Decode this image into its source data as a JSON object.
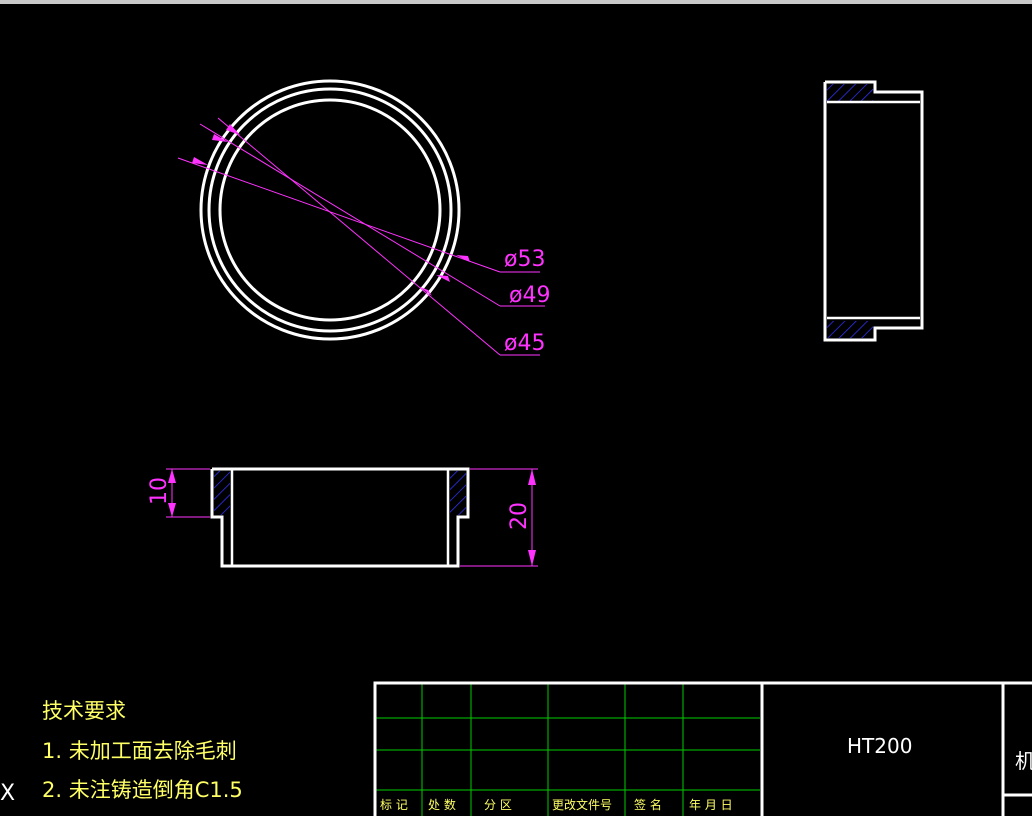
{
  "drawing": {
    "dimensions": {
      "d53": "ø53",
      "d49": "ø49",
      "d45": "ø45",
      "h10": "10",
      "h20": "20"
    },
    "notes": {
      "heading": "技术要求",
      "line1": "1. 未加工面去除毛刺",
      "line2": "2. 未注铸造倒角C1.5"
    },
    "title_block": {
      "headers": [
        "标 记",
        "处 数",
        "分  区",
        "更改文件号",
        "签  名",
        "年 月 日"
      ],
      "material": "HT200",
      "company_partial": "机"
    },
    "edge_mark": "X"
  },
  "colors": {
    "background": "#000000",
    "outline": "#ffffff",
    "dimension": "#ff33ff",
    "hatch": "#3333ff",
    "grid": "#00cc00",
    "text": "#ffff66"
  }
}
